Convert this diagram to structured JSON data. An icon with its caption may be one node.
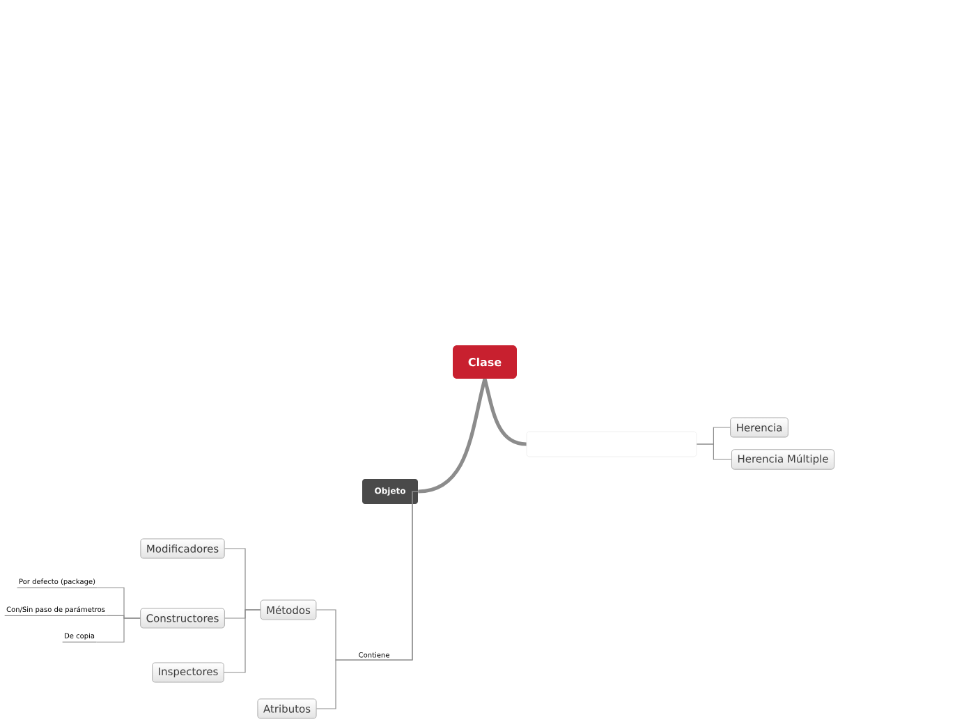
{
  "diagram": {
    "nodes": [
      {
        "text": [
          "Clase"
        ]
      },
      {
        "text": [
          "Objeto"
        ]
      },
      {
        "text": [],
        "shape": "box"
      },
      {
        "text": [
          "Herencia"
        ]
      },
      {
        "text": [
          "Herencia Múltiple"
        ]
      },
      {
        "text": [
          "Métodos"
        ]
      },
      {
        "text": [
          "Atributos"
        ]
      },
      {
        "text": [
          "Modificadores"
        ]
      },
      {
        "text": [
          "Constructores"
        ]
      },
      {
        "text": [
          "Inspectores"
        ]
      },
      {
        "text": [
          "Por defecto (package)"
        ]
      },
      {
        "text": [
          "Con/Sin paso de parámetros"
        ]
      },
      {
        "text": [
          "De copia"
        ]
      }
    ],
    "edges": [
      {
        "from": 0,
        "to": 1,
        "arrow": "none",
        "style": "thick"
      },
      {
        "from": 0,
        "to": 2,
        "arrow": "none",
        "style": "thick"
      },
      {
        "from": 2,
        "to": 3,
        "arrow": "none"
      },
      {
        "from": 2,
        "to": 4,
        "arrow": "none"
      },
      {
        "from": 1,
        "to": 5,
        "arrow": "none",
        "label": "Contiene"
      },
      {
        "from": 1,
        "to": 6,
        "arrow": "none"
      },
      {
        "from": 5,
        "to": 7,
        "arrow": "none"
      },
      {
        "from": 5,
        "to": 8,
        "arrow": "none"
      },
      {
        "from": 5,
        "to": 9,
        "arrow": "none"
      },
      {
        "from": 8,
        "to": 10,
        "arrow": "none"
      },
      {
        "from": 8,
        "to": 11,
        "arrow": "none"
      },
      {
        "from": 8,
        "to": 12,
        "arrow": "none"
      }
    ]
  }
}
